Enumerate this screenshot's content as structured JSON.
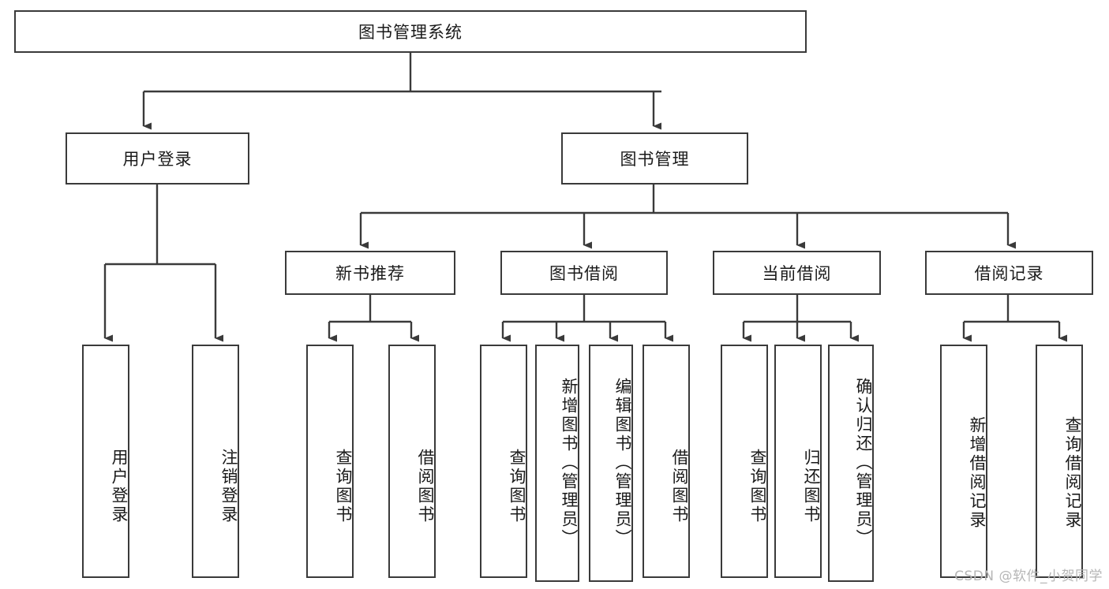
{
  "diagram": {
    "title": "图书管理系统",
    "type": "functional-structure-tree",
    "stroke_color": "#3a3a3a",
    "text_color": "#1a1a1a",
    "background": "#ffffff"
  },
  "nodes": {
    "root": {
      "label": "图书管理系统"
    },
    "level2": [
      {
        "label": "用户登录"
      },
      {
        "label": "图书管理"
      }
    ],
    "level3": [
      {
        "label": "新书推荐"
      },
      {
        "label": "图书借阅"
      },
      {
        "label": "当前借阅"
      },
      {
        "label": "借阅记录"
      }
    ],
    "leaves": {
      "user_login": [
        {
          "label": "用户登录"
        },
        {
          "label": "注销登录"
        }
      ],
      "new_book_recommend": [
        {
          "label": "查询图书"
        },
        {
          "label": "借阅图书"
        }
      ],
      "book_borrow": [
        {
          "label": "查询图书"
        },
        {
          "label": "新增图书（管理员）"
        },
        {
          "label": "编辑图书（管理员）"
        },
        {
          "label": "借阅图书"
        }
      ],
      "current_borrow": [
        {
          "label": "查询图书"
        },
        {
          "label": "归还图书"
        },
        {
          "label": "确认归还（管理员）"
        }
      ],
      "borrow_record": [
        {
          "label": "新增借阅记录"
        },
        {
          "label": "查询借阅记录"
        }
      ]
    }
  },
  "watermark": {
    "text": "CSDN @软件_小贺同学"
  }
}
